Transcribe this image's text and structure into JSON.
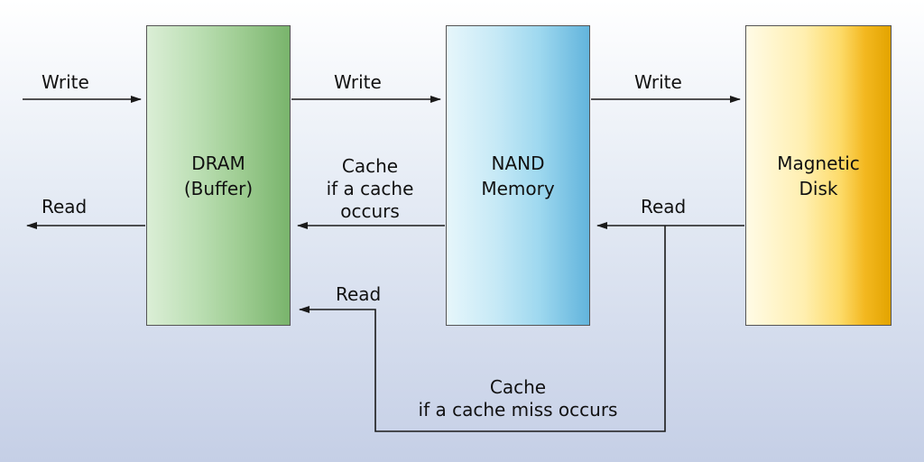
{
  "blocks": {
    "dram": "DRAM\n(Buffer)",
    "nand": "NAND\nMemory",
    "disk": "Magnetic\nDisk"
  },
  "labels": {
    "write_in": "Write",
    "read_out": "Read",
    "write_dram_nand": "Write",
    "write_nand_disk": "Write",
    "cache_hit": "Cache\nif a cache\noccurs",
    "read_disk_nand": "Read",
    "read_disk_dram": "Read",
    "cache_miss": "Cache\nif a cache miss occurs"
  },
  "colors": {
    "line": "#1a1a1a"
  }
}
